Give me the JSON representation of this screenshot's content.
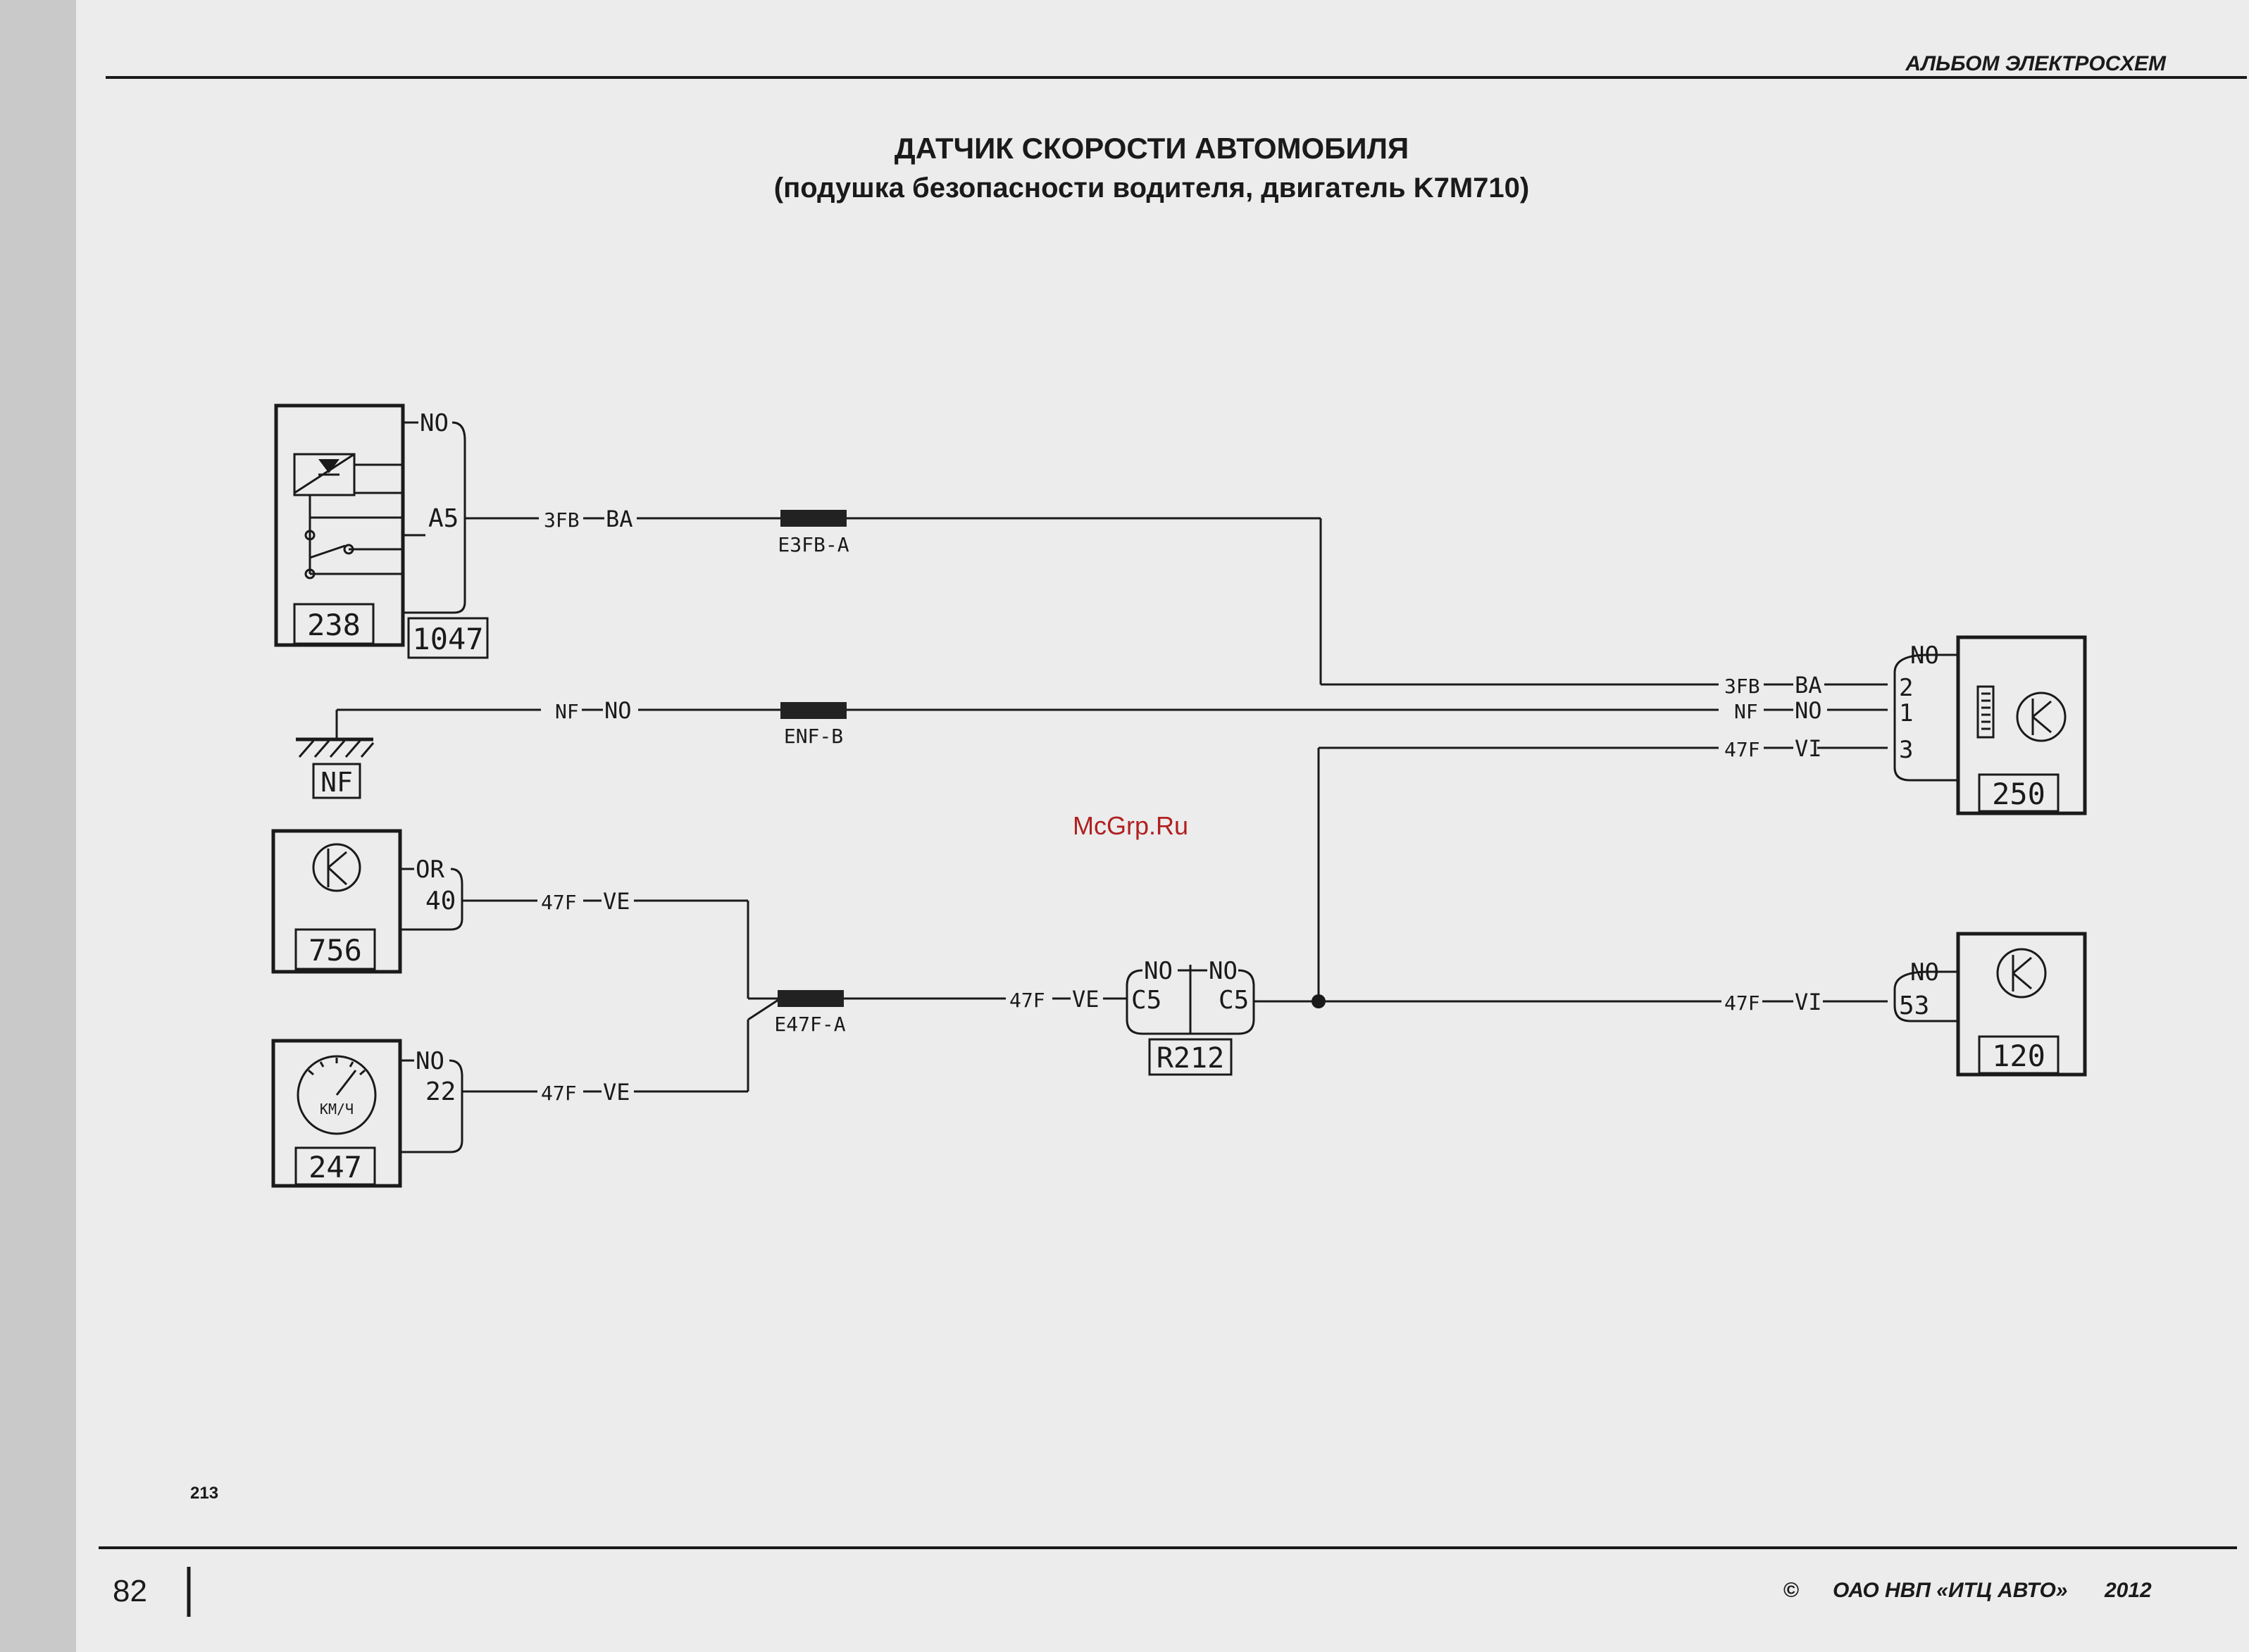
{
  "header": {
    "album_title": "АЛЬБОМ ЭЛЕКТРОСХЕМ",
    "title": "ДАТЧИК СКОРОСТИ АВТОМОБИЛЯ",
    "subtitle": "(подушка безопасности водителя, двигатель K7M710)"
  },
  "footer": {
    "page_number": "82",
    "copyright_symbol": "©",
    "publisher": "ОАО НВП «ИТЦ АВТО»",
    "year": "2012",
    "scheme_number": "213"
  },
  "watermark": "McGrp.Ru",
  "components": {
    "c238": {
      "id": "238",
      "sub_id": "1047",
      "pin_ground": "NO",
      "pin_a5": "A5"
    },
    "ground": {
      "id": "NF"
    },
    "c756": {
      "id": "756",
      "pin_or": "OR",
      "pin_40": "40"
    },
    "c247": {
      "id": "247",
      "pin_no": "NO",
      "pin_22": "22",
      "gauge_unit": "КМ/Ч"
    },
    "c250": {
      "id": "250",
      "pin_no": "NO",
      "pin_2": "2",
      "pin_1": "1",
      "pin_3": "3"
    },
    "c120": {
      "id": "120",
      "pin_no": "NO",
      "pin_53": "53"
    },
    "r212": {
      "id": "R212",
      "left_pin": "C5",
      "right_pin": "C5",
      "left_top": "NO",
      "right_top": "NO"
    }
  },
  "connectors": {
    "e3fb": "E3FB-A",
    "enf": "ENF-B",
    "e47f": "E47F-A"
  },
  "wires": {
    "w3fb_left_code": "3FB",
    "w3fb_left_color": "BA",
    "wnf_left_code": "NF",
    "wnf_left_color": "NO",
    "w756_code": "47F",
    "w756_color": "VE",
    "w247_code": "47F",
    "w247_color": "VE",
    "wmid_code": "47F",
    "wmid_color": "VE",
    "w120_code": "47F",
    "w120_color": "VI",
    "w250_2_code": "3FB",
    "w250_2_color": "BA",
    "w250_1_code": "NF",
    "w250_1_color": "NO",
    "w250_3_code": "47F",
    "w250_3_color": "VI"
  },
  "colors": {
    "ink": "#1a1a1a",
    "paper": "#ececec",
    "binding": "#c9c9c9",
    "connector": "#222222"
  }
}
